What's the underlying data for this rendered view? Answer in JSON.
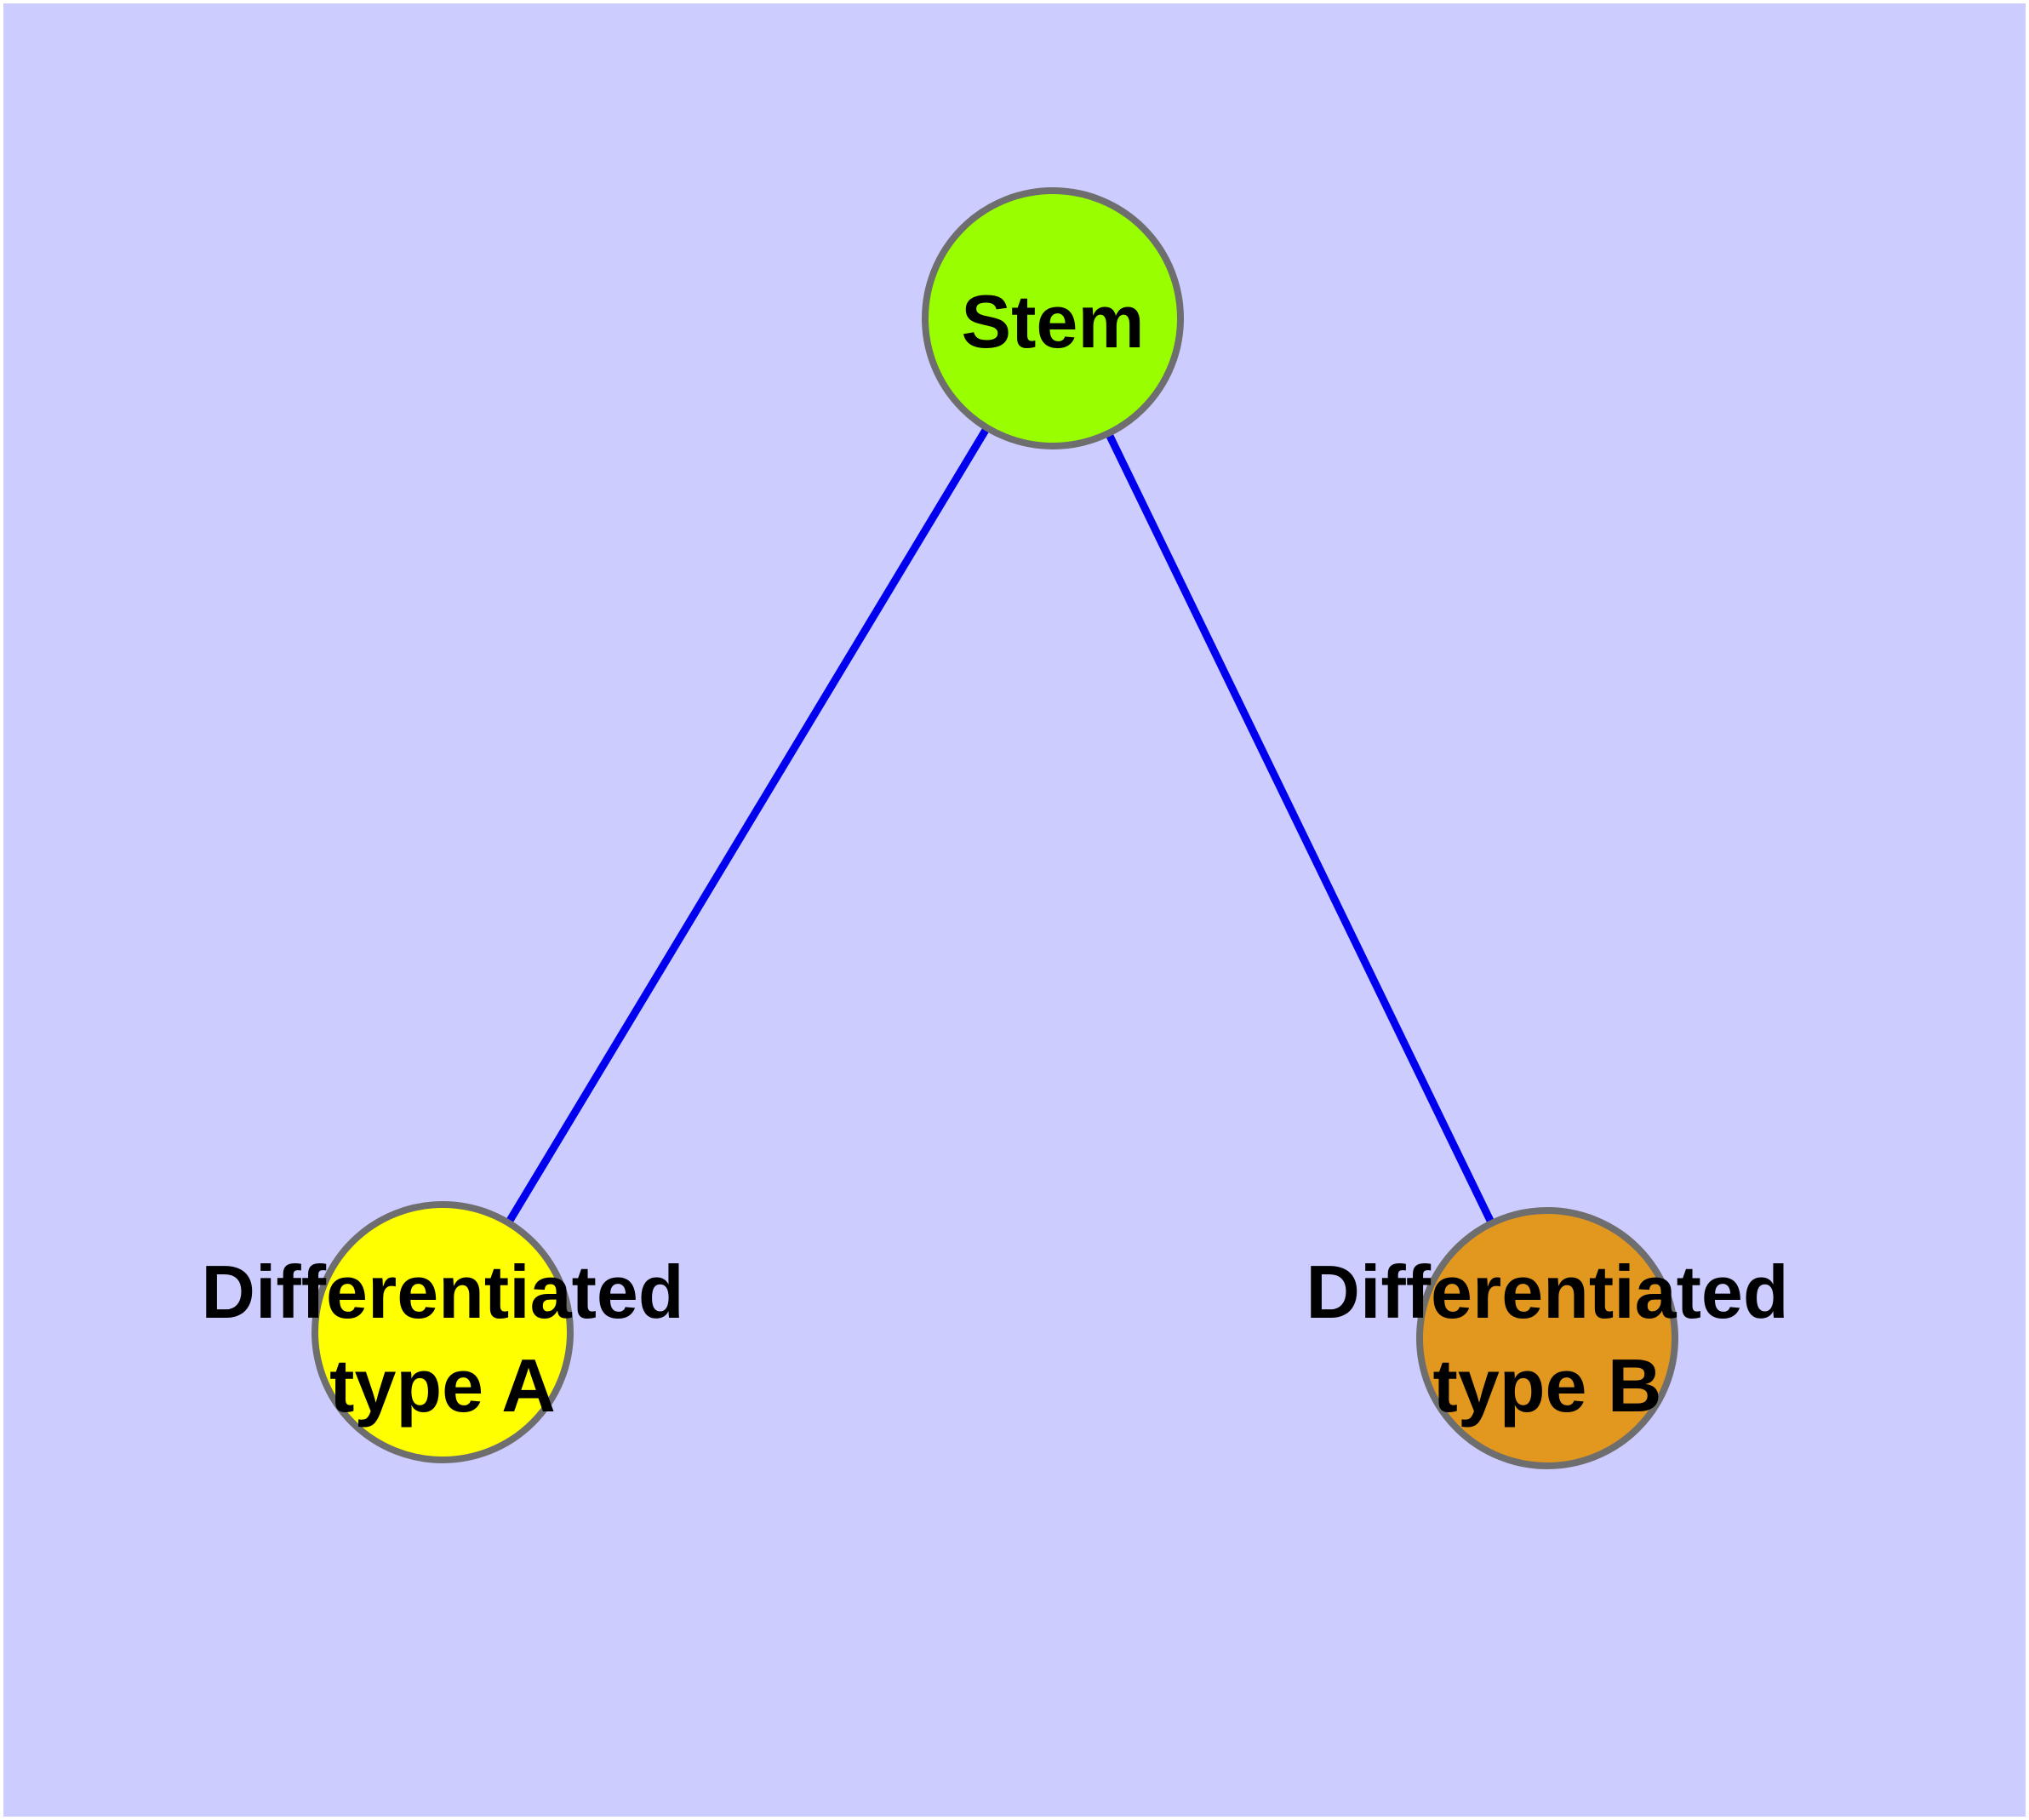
{
  "diagram": {
    "type": "graph",
    "page_background_color": "#FFFFFF",
    "canvas_background_color": "#CCCCFF",
    "edge_color": "#0000EE",
    "node_border_color": "#6E6E6E",
    "label_color": "#000000",
    "nodes": [
      {
        "id": "stem",
        "label": "Stem",
        "fill": "#99FF00"
      },
      {
        "id": "differentiated-type-a",
        "label": "Differentiated type A",
        "label_line1": "Differentiated",
        "label_line2": "type A",
        "fill": "#FFFF00"
      },
      {
        "id": "differentiated-type-b",
        "label": "Differentiated type B",
        "label_line1": "Differentiated",
        "label_line2": "type B",
        "fill": "#E2981E"
      }
    ],
    "edges": [
      {
        "from": "Stem",
        "to": "Differentiated type A"
      },
      {
        "from": "Stem",
        "to": "Differentiated type B"
      }
    ]
  }
}
